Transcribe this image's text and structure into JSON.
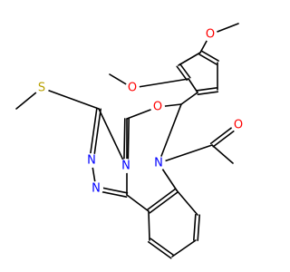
{
  "molecule": {
    "atoms": [
      {
        "id": "O_ring",
        "label": "O",
        "color": "#ff0000"
      },
      {
        "id": "N_amide",
        "label": "N",
        "color": "#0000ff"
      },
      {
        "id": "O_carbonyl",
        "label": "O",
        "color": "#ff0000"
      },
      {
        "id": "O_ome2",
        "label": "O",
        "color": "#ff0000"
      },
      {
        "id": "O_ome4",
        "label": "O",
        "color": "#ff0000"
      },
      {
        "id": "N_tri4",
        "label": "N",
        "color": "#0000ff"
      },
      {
        "id": "N_tri1",
        "label": "N",
        "color": "#0000ff"
      },
      {
        "id": "N_tri2",
        "label": "N",
        "color": "#0000ff"
      },
      {
        "id": "S_thio",
        "label": "S",
        "color": "#b8a000"
      }
    ]
  }
}
